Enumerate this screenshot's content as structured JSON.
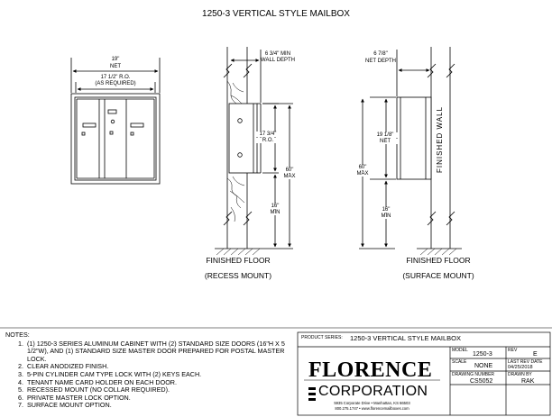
{
  "title": "1250-3 VERTICAL STYLE MAILBOX",
  "front_view": {
    "net_width": "19\"",
    "net_width_label": "NET",
    "ro_width": "17 1/2\" R.O.",
    "ro_note": "(AS REQUIRED)"
  },
  "recess_view": {
    "wall_depth": "6 3/4\" MIN",
    "wall_depth_label": "WALL DEPTH",
    "ro_height": "17 3/4\"",
    "ro_label": "R.O.",
    "max_height": "60\"",
    "max_label": "MAX",
    "min_height": "16\"",
    "min_label": "MIN",
    "floor_label": "FINISHED FLOOR",
    "mount_label": "(RECESS MOUNT)"
  },
  "surface_view": {
    "net_depth": "6 7/8\"",
    "net_depth_label": "NET DEPTH",
    "net_height": "19 1/8\"",
    "net_label": "NET",
    "max_height": "60\"",
    "max_label": "MAX",
    "min_height": "16\"",
    "min_label": "MIN",
    "wall_label": "FINISHED  WALL",
    "floor_label": "FINISHED FLOOR",
    "mount_label": "(SURFACE MOUNT)"
  },
  "notes": {
    "heading": "NOTES:",
    "items": [
      "(1) 1250-3 SERIES ALUMINUM CABINET WITH (2) STANDARD SIZE DOORS (16\"H X 5 1/2\"W), AND (1) STANDARD SIZE MASTER DOOR PREPARED FOR POSTAL MASTER LOCK.",
      "CLEAR ANODIZED FINISH.",
      "5-PIN CYLINDER CAM TYPE LOCK WITH (2) KEYS EACH.",
      "TENANT NAME CARD HOLDER ON EACH DOOR.",
      "RECESSED MOUNT (NO COLLAR REQUIRED).",
      "PRIVATE MASTER LOCK OPTION.",
      "SURFACE MOUNT OPTION."
    ]
  },
  "title_block": {
    "product_series_label": "PRODUCT SERIES:",
    "product_series": "1250-3 VERTICAL STYLE MAILBOX",
    "company_top": "FLORENCE",
    "company_bottom": "CORPORATION",
    "address": "5935 Corporate Drive • Manhattan, KS 66503",
    "contact": "800.275.1747 • www.florencemailboxes.com",
    "model_label": "MODEL",
    "model": "1250-3",
    "rev_label": "REV",
    "rev": "E",
    "scale_label": "SCALE",
    "scale": "NONE",
    "last_rev_label": "LAST REV DATE",
    "last_rev": "04/25/2018",
    "drawing_number_label": "DRAWING NUMBER",
    "drawing_number": "CS5052",
    "drawn_by_label": "DRAWN BY",
    "drawn_by": "RAK"
  }
}
